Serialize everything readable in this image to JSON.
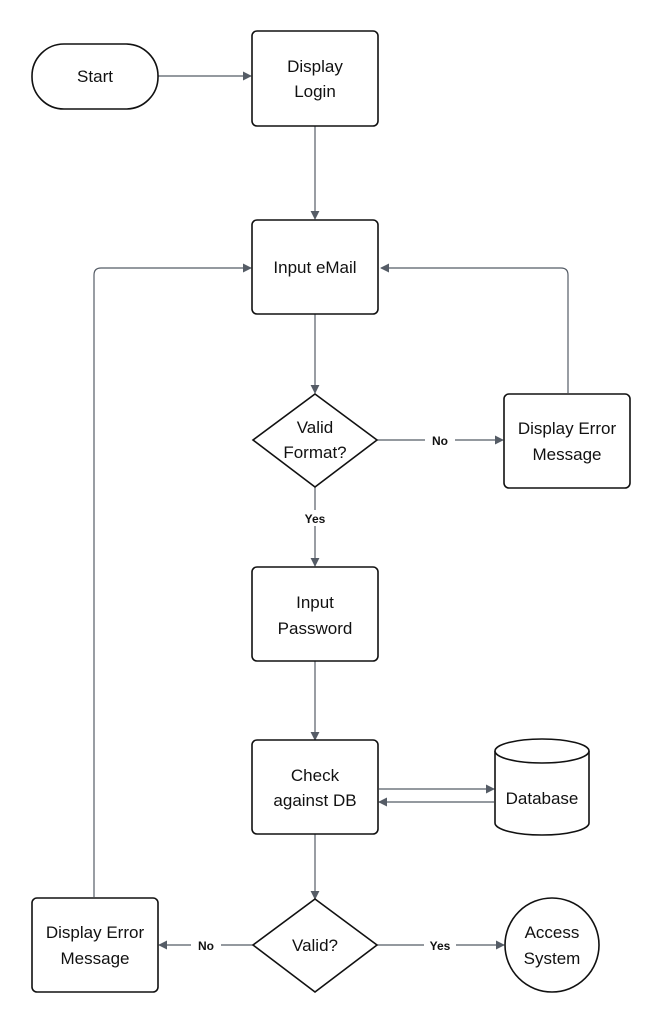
{
  "nodes": {
    "start": [
      "Start"
    ],
    "display_login": [
      "Display",
      "Login"
    ],
    "input_email": [
      "Input eMail"
    ],
    "valid_format": [
      "Valid",
      "Format?"
    ],
    "display_error_1": [
      "Display Error",
      "Message"
    ],
    "input_password": [
      "Input",
      "Password"
    ],
    "check_db": [
      "Check",
      "against DB"
    ],
    "database": [
      "Database"
    ],
    "valid": [
      "Valid?"
    ],
    "display_error_2": [
      "Display Error",
      "Message"
    ],
    "access_system": [
      "Access",
      "System"
    ]
  },
  "edge_labels": {
    "format_no": "No",
    "format_yes": "Yes",
    "valid_no": "No",
    "valid_yes": "Yes"
  },
  "colors": {
    "stroke": "#111111",
    "edge": "#555c66",
    "background": "#ffffff"
  }
}
